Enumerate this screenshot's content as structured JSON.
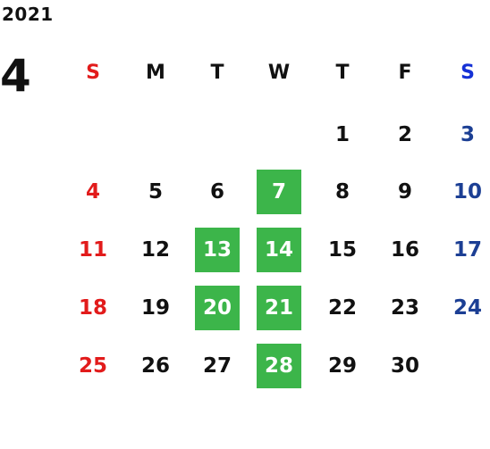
{
  "calendar": {
    "year": "2021",
    "month": "4",
    "weekdays": [
      "S",
      "M",
      "T",
      "W",
      "T",
      "F",
      "S"
    ],
    "weeks": [
      [
        "",
        "",
        "",
        "",
        "1",
        "2",
        "3"
      ],
      [
        "4",
        "5",
        "6",
        "7",
        "8",
        "9",
        "10"
      ],
      [
        "11",
        "12",
        "13",
        "14",
        "15",
        "16",
        "17"
      ],
      [
        "18",
        "19",
        "20",
        "21",
        "22",
        "23",
        "24"
      ],
      [
        "25",
        "26",
        "27",
        "28",
        "29",
        "30",
        ""
      ]
    ],
    "highlighted_days": [
      "7",
      "13",
      "14",
      "20",
      "21",
      "28"
    ]
  },
  "colors": {
    "sunday": "#e21b1b",
    "saturday_header": "#1531d6",
    "saturday": "#1c3f94",
    "weekday": "#111111",
    "highlight_bg": "#3cb54a",
    "highlight_text": "#ffffff"
  }
}
